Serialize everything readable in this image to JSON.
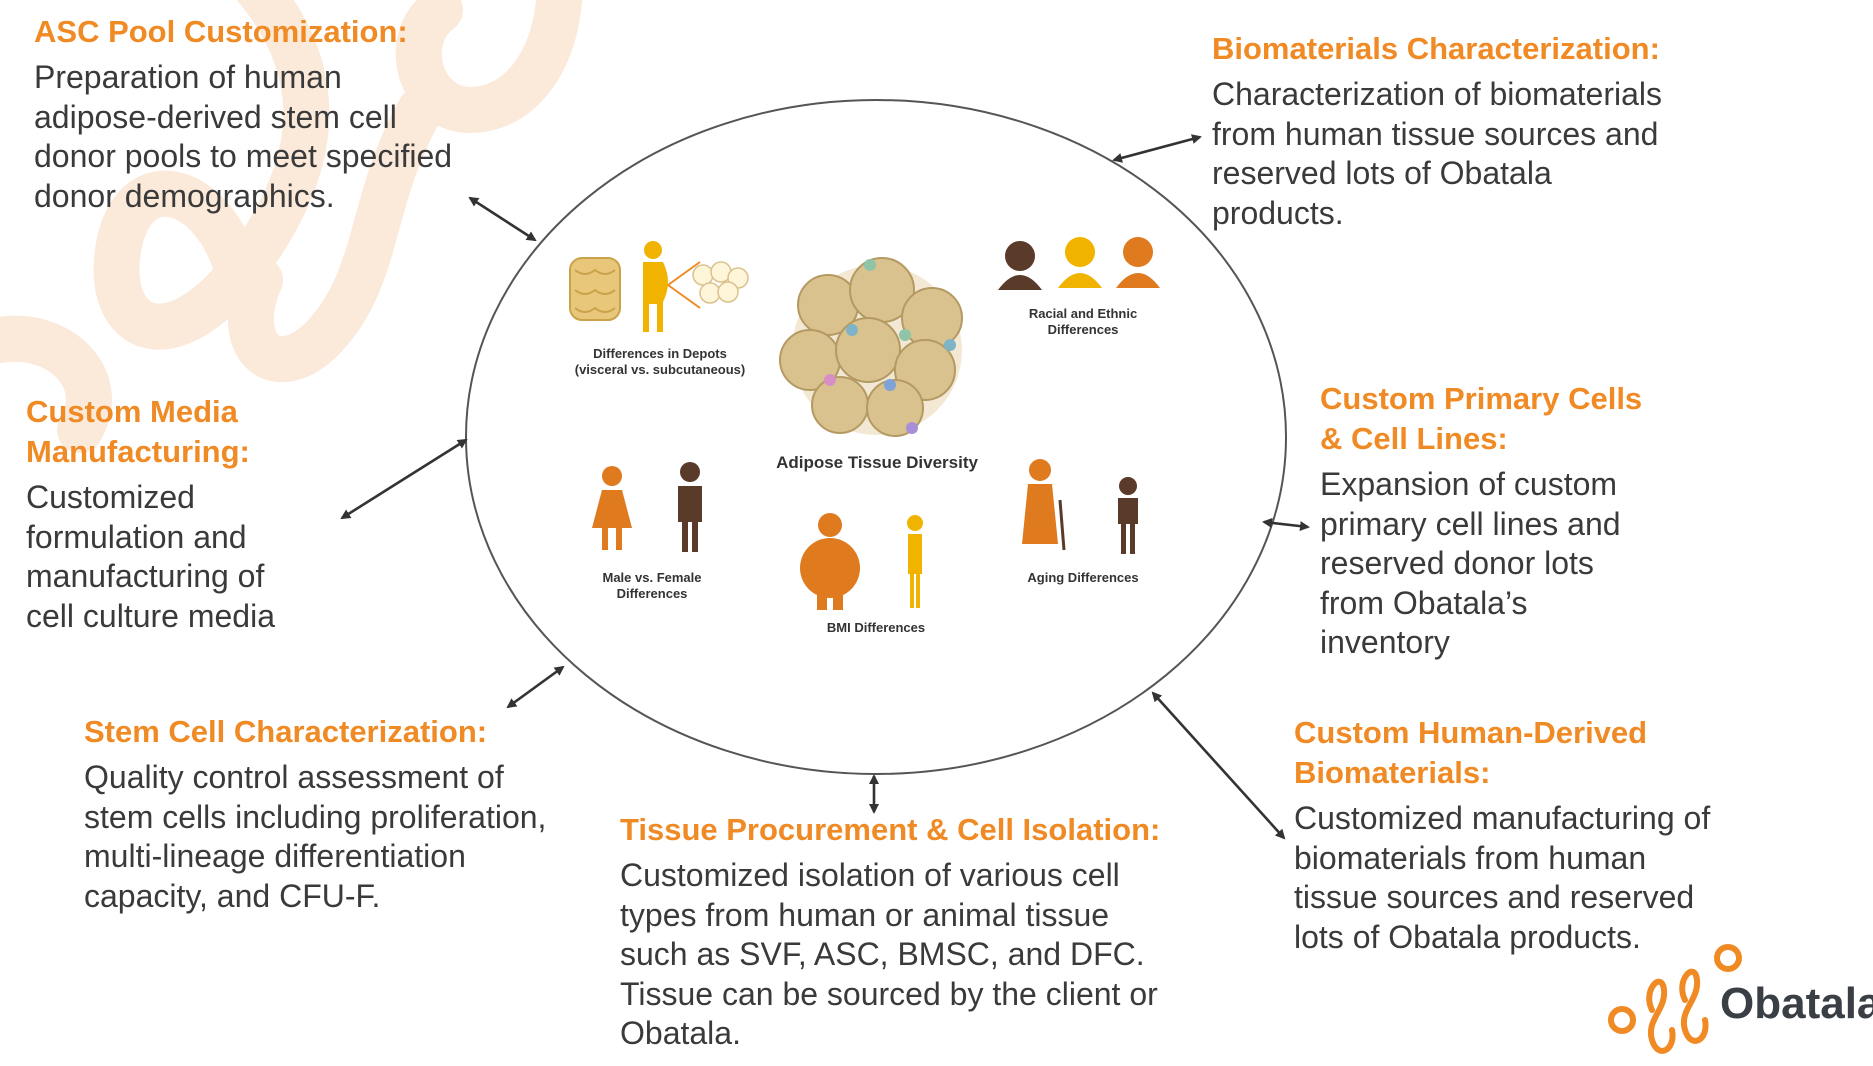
{
  "sections": [
    {
      "id": "asc",
      "heading": [
        "ASC Pool Customization:"
      ],
      "body": [
        "Preparation of human",
        "adipose-derived stem cell",
        "donor pools to meet specified",
        "donor demographics."
      ]
    },
    {
      "id": "media",
      "heading": [
        "Custom Media",
        "Manufacturing:"
      ],
      "body": [
        "Customized",
        "formulation and",
        "manufacturing of",
        "cell culture media"
      ]
    },
    {
      "id": "stem",
      "heading": [
        "Stem Cell Characterization:"
      ],
      "body": [
        "Quality control assessment of",
        "stem cells including proliferation,",
        "multi-lineage differentiation",
        "capacity, and CFU-F."
      ]
    },
    {
      "id": "tissue",
      "heading": [
        "Tissue Procurement & Cell Isolation:"
      ],
      "body": [
        "Customized isolation of various cell",
        "types from human or animal tissue",
        "such as SVF, ASC, BMSC, and DFC.",
        "Tissue can be sourced by the client or",
        "Obatala."
      ]
    },
    {
      "id": "biochar",
      "heading": [
        "Biomaterials Characterization:"
      ],
      "body": [
        "Characterization of biomaterials",
        "from human tissue sources and",
        "reserved lots of Obatala",
        "products."
      ]
    },
    {
      "id": "primary",
      "heading": [
        "Custom Primary Cells",
        "& Cell Lines:"
      ],
      "body": [
        "Expansion of custom",
        "primary cell lines and",
        "reserved donor lots",
        "from Obatala’s",
        "inventory"
      ]
    },
    {
      "id": "human",
      "heading": [
        "Custom Human-Derived",
        "Biomaterials:"
      ],
      "body": [
        "Customized manufacturing of",
        "biomaterials from human",
        "tissue sources and reserved",
        "lots of Obatala products."
      ]
    }
  ],
  "figure": {
    "title": "Adipose Tissue Diversity",
    "depots_label": [
      "Differences in Depots",
      "(visceral vs. subcutaneous)"
    ],
    "racial_label": [
      "Racial and Ethnic",
      "Differences"
    ],
    "sex_label": [
      "Male vs. Female",
      "Differences"
    ],
    "bmi_label": "BMI Differences",
    "aging_label": "Aging Differences"
  },
  "logo": {
    "text": "Obatala"
  },
  "colors": {
    "accent": "#F08A24",
    "text": "#3a3a3a",
    "arrow": "#333333",
    "deco": "#FBE6D4"
  }
}
